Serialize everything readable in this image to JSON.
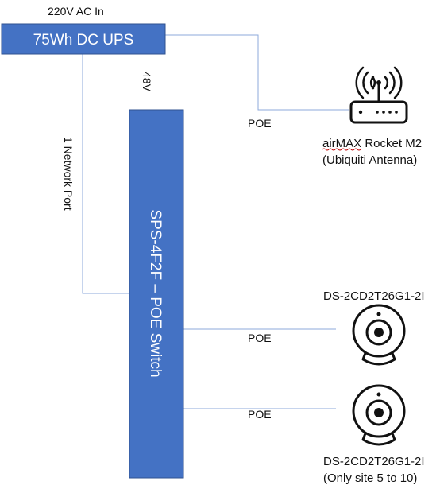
{
  "colors": {
    "box_fill": "#4472c4",
    "box_stroke": "#2f528f",
    "line": "#8eaadb",
    "text_dark": "#111111",
    "text_light": "#ffffff",
    "squiggle": "#c00000"
  },
  "power_input": {
    "label": "220V AC In"
  },
  "ups": {
    "label": "75Wh DC UPS"
  },
  "switch": {
    "label": "SPS-4F2F – POE Switch"
  },
  "links": {
    "ups_to_switch_voltage": "48V",
    "ups_to_switch_port": "1 Network Port",
    "poe_antenna": "POE",
    "poe_camera_1": "POE",
    "poe_camera_2": "POE"
  },
  "antenna": {
    "icon": "wifi-router-icon",
    "name_line1": "airMAX Rocket M2",
    "name_line2": "(Ubiquiti Antenna)"
  },
  "camera_1": {
    "icon": "webcam-icon",
    "model": "DS-2CD2T26G1-2I"
  },
  "camera_2": {
    "icon": "webcam-icon",
    "model": "DS-2CD2T26G1-2I",
    "note": "(Only site 5 to 10)"
  }
}
